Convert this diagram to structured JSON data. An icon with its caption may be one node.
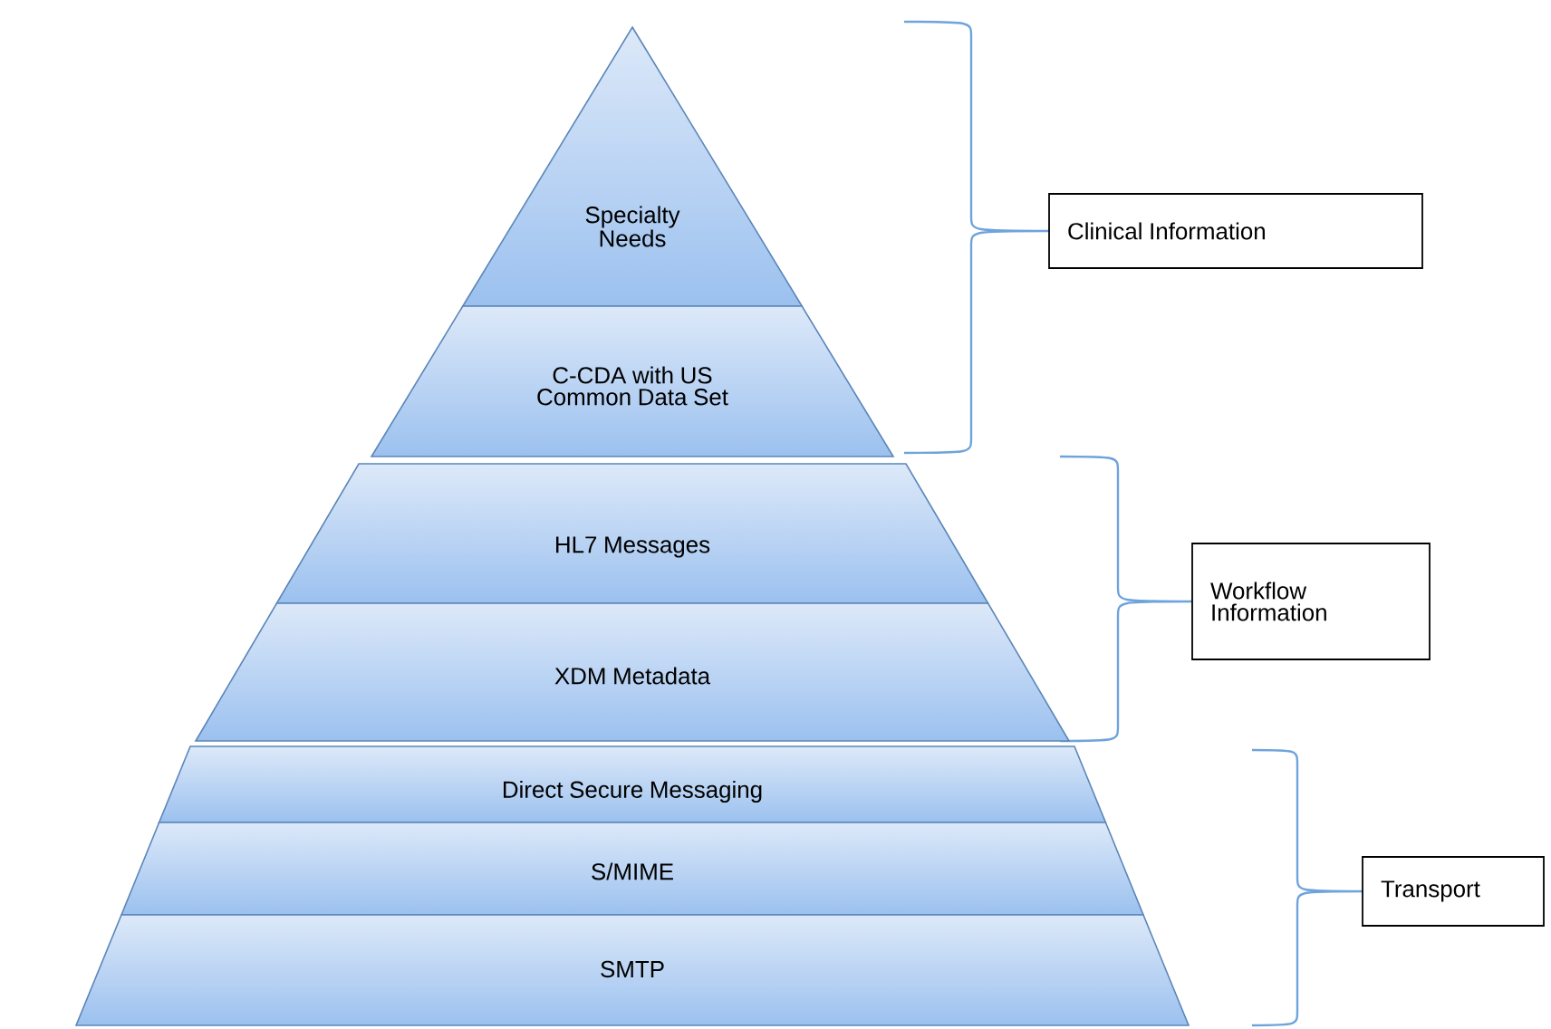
{
  "diagram": {
    "nodes": [
      {
        "text": [
          "Specialty Needs"
        ]
      },
      {
        "text": [
          "C-CDA with US Common Data Set"
        ]
      },
      {
        "text": [
          "HL7 Messages"
        ]
      },
      {
        "text": [
          "XDM Metadata"
        ]
      },
      {
        "text": [
          "Direct Secure Messaging"
        ]
      },
      {
        "text": [
          "S/MIME"
        ]
      },
      {
        "text": [
          "SMTP"
        ]
      },
      {
        "text": [
          "Clinical Information"
        ]
      },
      {
        "text": [
          "Workflow Information"
        ]
      },
      {
        "text": [
          "Transport"
        ]
      }
    ]
  }
}
